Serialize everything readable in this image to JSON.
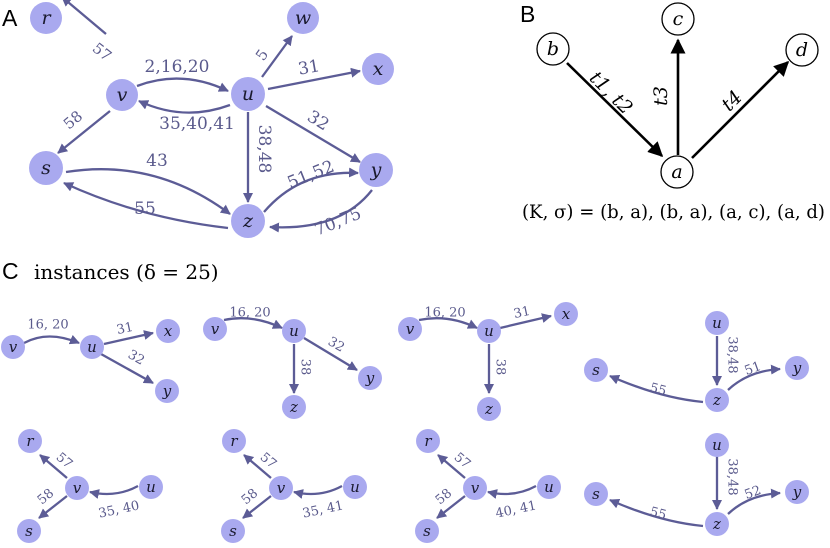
{
  "panels": {
    "a": "A",
    "b": "B",
    "c": "C"
  },
  "panel_a": {
    "nodes": [
      "r",
      "v",
      "w",
      "u",
      "x",
      "s",
      "y",
      "z"
    ],
    "edges": [
      {
        "from": "v",
        "to": "r",
        "label": "57"
      },
      {
        "from": "v",
        "to": "u",
        "label": "2,16,20"
      },
      {
        "from": "u",
        "to": "w",
        "label": "5"
      },
      {
        "from": "u",
        "to": "x",
        "label": "31"
      },
      {
        "from": "u",
        "to": "v",
        "label": "35,40,41"
      },
      {
        "from": "v",
        "to": "s",
        "label": "58"
      },
      {
        "from": "u",
        "to": "y",
        "label": "32"
      },
      {
        "from": "u",
        "to": "z",
        "label": "38,48"
      },
      {
        "from": "s",
        "to": "z",
        "label": "43"
      },
      {
        "from": "z",
        "to": "s",
        "label": "55"
      },
      {
        "from": "z",
        "to": "y",
        "label": "51,52"
      },
      {
        "from": "y",
        "to": "z",
        "label": "70,75"
      }
    ]
  },
  "panel_b": {
    "nodes": [
      "b",
      "c",
      "d",
      "a"
    ],
    "edges": [
      {
        "from": "b",
        "to": "a",
        "label": "t1, t2"
      },
      {
        "from": "a",
        "to": "c",
        "label": "t3"
      },
      {
        "from": "a",
        "to": "d",
        "label": "t4"
      }
    ],
    "formula": "(K, σ) = (b, a), (b, a), (a, c), (a, d)"
  },
  "panel_c": {
    "title": "instances (δ = 25)",
    "instances": [
      {
        "nodes": [
          "v",
          "u",
          "x",
          "y"
        ],
        "labels": [
          "16, 20",
          "31",
          "32"
        ]
      },
      {
        "nodes": [
          "v",
          "u",
          "y",
          "z"
        ],
        "labels": [
          "16, 20",
          "32",
          "38"
        ]
      },
      {
        "nodes": [
          "v",
          "u",
          "x",
          "z"
        ],
        "labels": [
          "16, 20",
          "31",
          "38"
        ]
      },
      {
        "nodes": [
          "u",
          "s",
          "z",
          "y"
        ],
        "labels": [
          "38,48",
          "55",
          "51"
        ]
      },
      {
        "nodes": [
          "r",
          "v",
          "u",
          "s"
        ],
        "labels": [
          "57",
          "58",
          "35, 40"
        ]
      },
      {
        "nodes": [
          "r",
          "v",
          "u",
          "s"
        ],
        "labels": [
          "57",
          "58",
          "35, 41"
        ]
      },
      {
        "nodes": [
          "r",
          "v",
          "u",
          "s"
        ],
        "labels": [
          "57",
          "58",
          "40, 41"
        ]
      },
      {
        "nodes": [
          "u",
          "s",
          "z",
          "y"
        ],
        "labels": [
          "38,48",
          "55",
          "52"
        ]
      }
    ]
  },
  "colors": {
    "node_fill": "#a9a9ef",
    "edge": "#5c5c96",
    "edge_label": "#5a5a8c",
    "black": "#000000"
  }
}
